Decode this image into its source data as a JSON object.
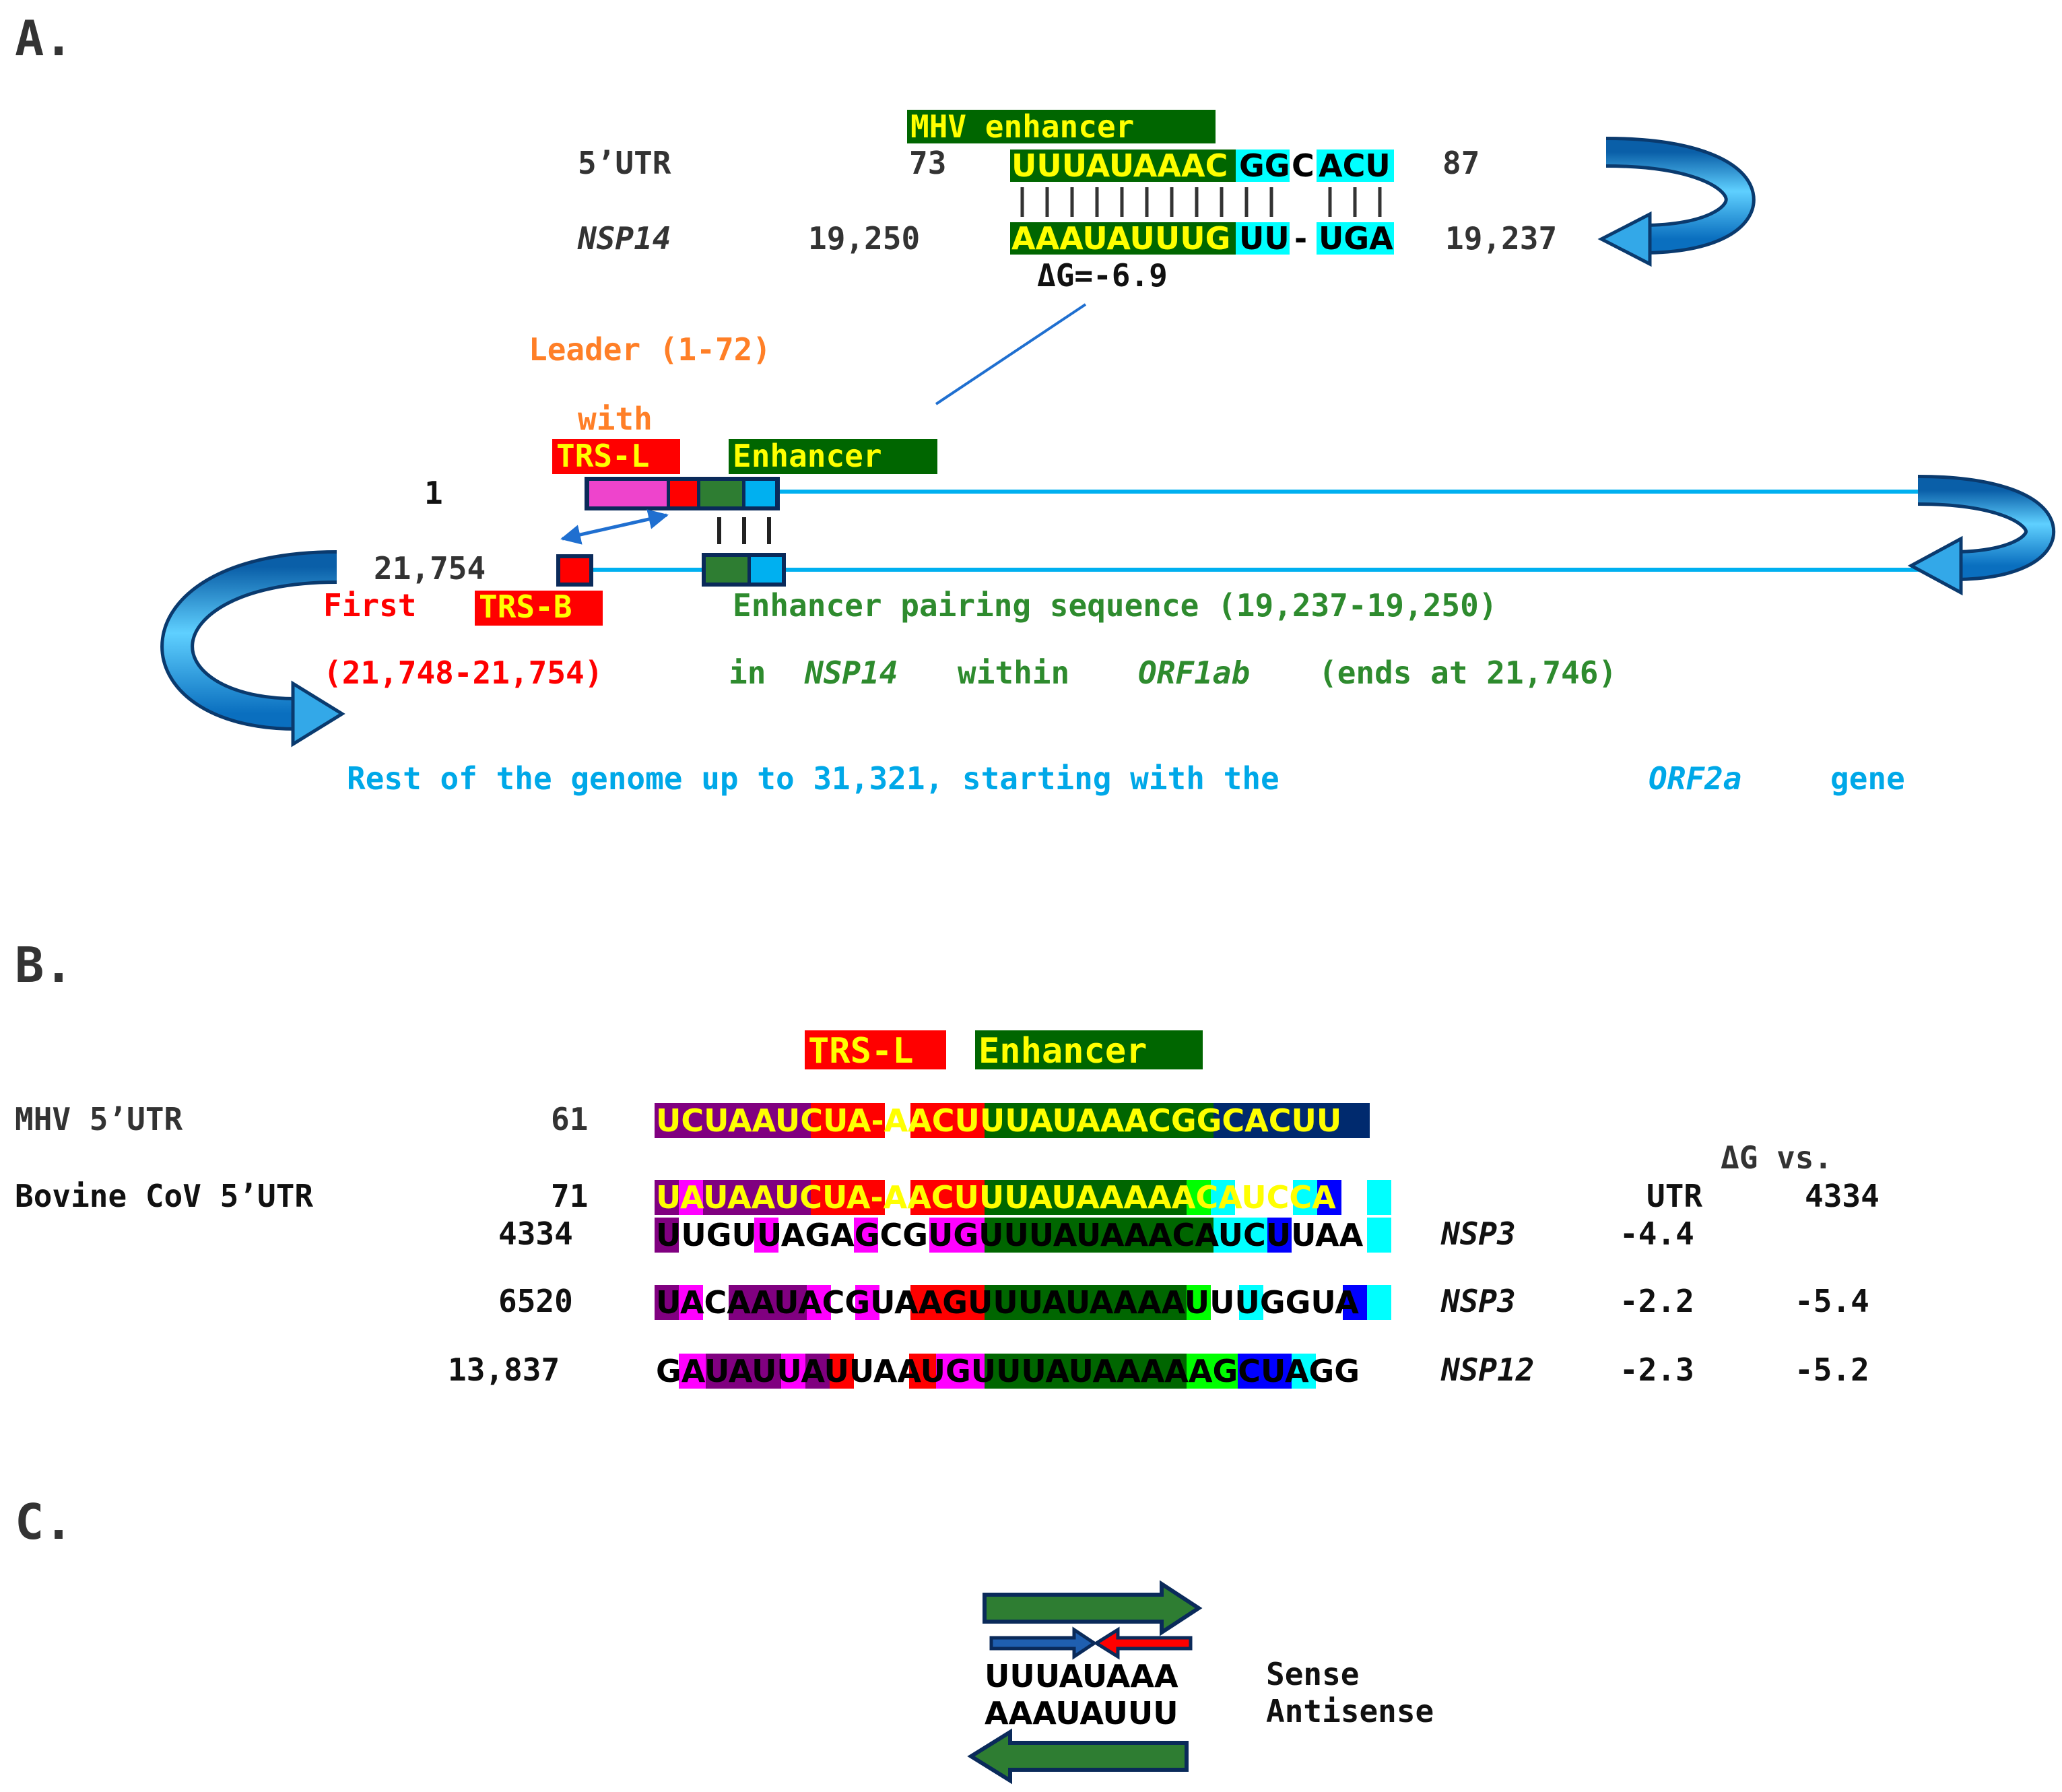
{
  "colors": {
    "yellow": "#ffff00",
    "dark_green": "#006600",
    "green_box": "#2e7d32",
    "cyan": "#00ffff",
    "sky": "#00b0f0",
    "red": "#ff0000",
    "orange": "#ff6600",
    "purple": "#800080",
    "magenta": "#ff00ff",
    "pink": "#ee44cc",
    "navy": "#002a6e",
    "blue": "#0000ff",
    "lime": "#00ff00",
    "text_green": "#2e8b2e",
    "text_red": "#ff0000",
    "text_orange": "#ff7f27",
    "text_cyan": "#00a8e8"
  },
  "panelA": {
    "letter": "A.",
    "mhv_enhancer": "MHV enhancer",
    "utr_label": "5’UTR",
    "utr_start": "73",
    "utr_end": "87",
    "nsp14_label": "NSP14",
    "nsp14_start": "19,250",
    "nsp14_end": "19,237",
    "seq_top": [
      "UUUAUAAAC",
      "GG",
      "C",
      "ACU"
    ],
    "seq_bot": [
      "AAAUAUUUG",
      "UU",
      "-",
      "UGA"
    ],
    "delta_g": "ΔG=-6.9",
    "leader": "Leader (1-72)",
    "with": "with",
    "trs_l": "TRS-L",
    "enhancer": "Enhancer",
    "pos_1": "1",
    "pos_21754": "21,754",
    "first": "First",
    "trs_b": "TRS-B",
    "pairing": "Enhancer pairing sequence (19,237-19,250)",
    "range": "(21,748-21,754)",
    "in_word": "in",
    "nsp14": "NSP14",
    "within": "within",
    "orf1ab": "ORF1ab",
    "ends": "(ends at 21,746)",
    "rest": "Rest of the genome up to 31,321, starting with the",
    "orf2a": "ORF2a",
    "gene": "gene"
  },
  "panelB": {
    "letter": "B.",
    "trs_l": "TRS-L",
    "enhancer": "Enhancer",
    "delta_g_vs": "ΔG vs.",
    "col_utr": "UTR",
    "col_4334": "4334",
    "rows": [
      {
        "label": "MHV 5’UTR",
        "pos": "61",
        "seq": "UCUAAUCUA-AACUUUAUAAACGGCACUU",
        "gene": "",
        "dg_utr": "",
        "dg_4334": ""
      },
      {
        "label": "Bovine CoV 5’UTR",
        "pos": "71",
        "seq": "UAUAAUCUA-AACUUUAUAAAAACAUCCA",
        "gene": "",
        "dg_utr": "",
        "dg_4334": ""
      },
      {
        "label": "",
        "pos": "4334",
        "seq": "UUGUUAGAGCGUGUUUAUAAACAUCUUAA",
        "gene": "NSP3",
        "dg_utr": "-4.4",
        "dg_4334": ""
      },
      {
        "label": "",
        "pos": "6520",
        "seq": "UACAAUACGUAAGUUUAUAAAAUUUGGUA",
        "gene": "NSP3",
        "dg_utr": "-2.2",
        "dg_4334": "-5.4"
      },
      {
        "label": "",
        "pos": "13,837",
        "seq": "GAUAUUAUUAAUGUUUAUAAAAAGCUAGG",
        "gene": "NSP12",
        "dg_utr": "-2.3",
        "dg_4334": "-5.2"
      }
    ]
  },
  "panelC": {
    "letter": "C.",
    "sense_seq": "UUUAUAAA",
    "antisense_seq": "AAAUAUUU",
    "sense": "Sense",
    "antisense": "Antisense"
  }
}
